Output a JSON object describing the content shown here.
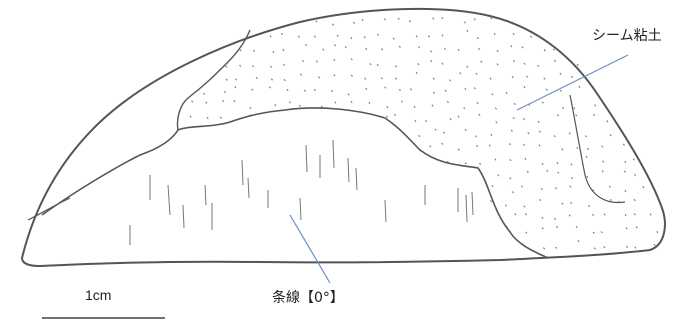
{
  "labels": {
    "seam_clay": "シーム粘土",
    "striation": "条線【0°】",
    "scale": "1cm"
  },
  "colors": {
    "outline": "#555555",
    "leader": "#6b8fc7",
    "stipple": "#7a7a7a",
    "hatch": "#777777"
  }
}
